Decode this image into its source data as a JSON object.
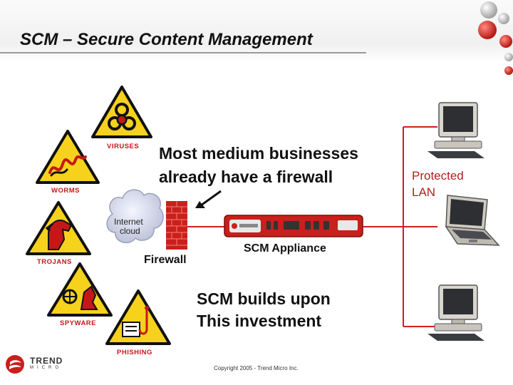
{
  "slide": {
    "title": "SCM – Secure Content Management"
  },
  "threats": {
    "viruses": "VIRUSES",
    "worms": "WORMS",
    "trojans": "TROJANS",
    "spyware": "SPYWARE",
    "phishing": "PHISHING"
  },
  "diagram": {
    "headline_line1": "Most medium businesses",
    "headline_line2": "already have a firewall",
    "cloud_line1": "Internet",
    "cloud_line2": "cloud",
    "firewall_label": "Firewall",
    "appliance_label": "SCM Appliance",
    "protected_line1": "Protected",
    "protected_line2": "LAN",
    "builds_line1": "SCM builds upon",
    "builds_line2": "This investment"
  },
  "footer": {
    "copyright": "Copyright 2005 - Trend Micro Inc.",
    "logo_text": "TREND",
    "logo_subtext": "MICRO"
  },
  "colors": {
    "accent_red": "#c8201c",
    "hazard_yellow": "#f6d21c",
    "network_line": "#d21f1a"
  }
}
